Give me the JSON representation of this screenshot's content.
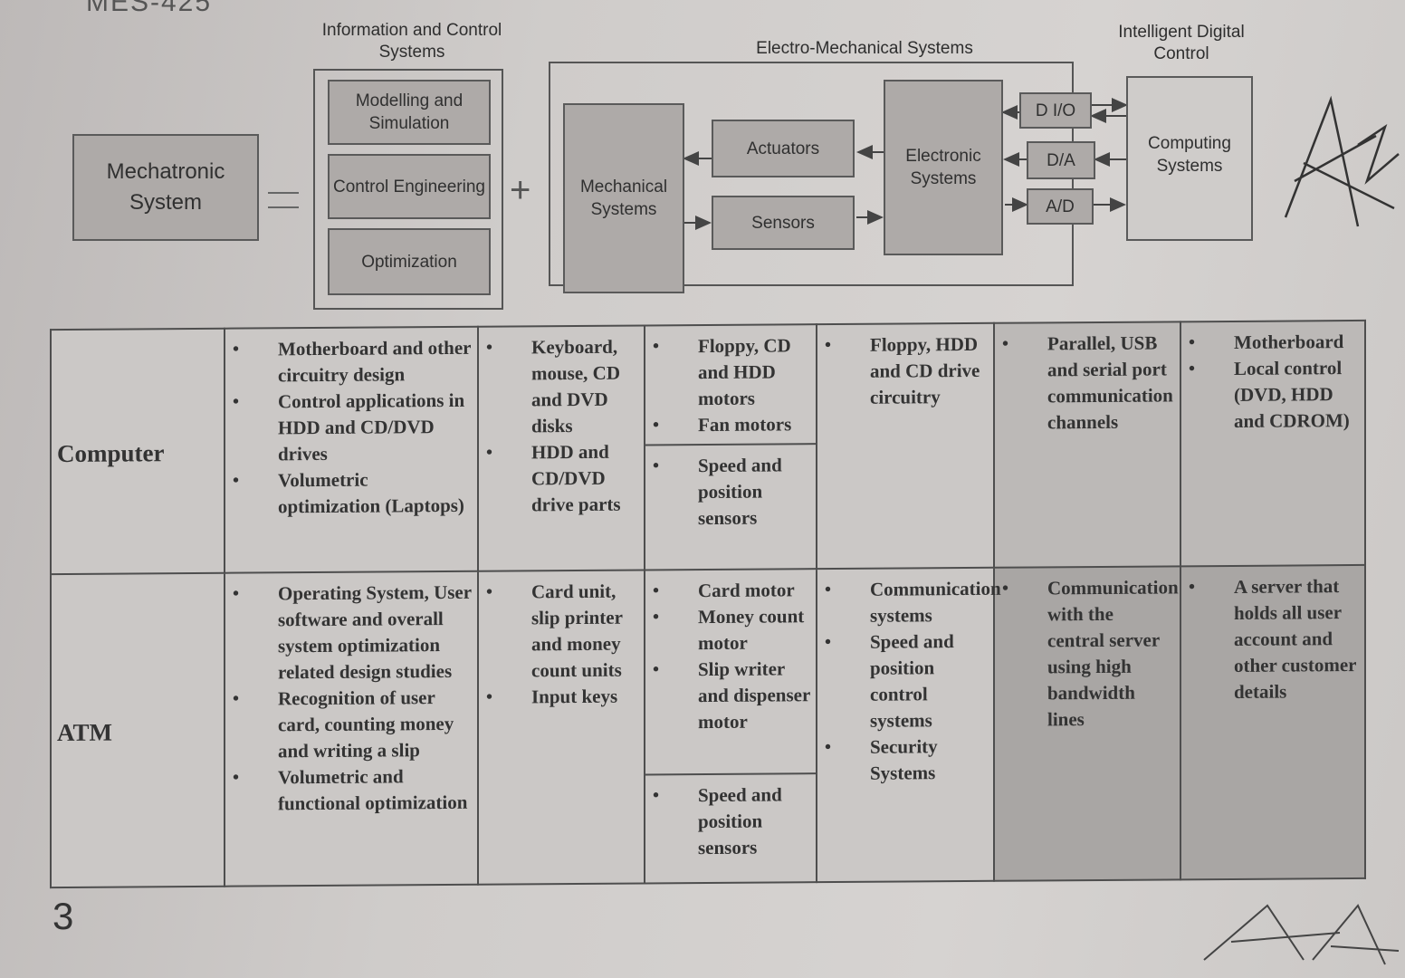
{
  "diagram": {
    "left_box": "Mechatronic System",
    "info_title": "Information and Control Systems",
    "info_boxes": [
      "Modelling and Simulation",
      "Control Engineering",
      "Optimization"
    ],
    "em_title": "Electro-Mechanical Systems",
    "mechanical": "Mechanical Systems",
    "actuators": "Actuators",
    "sensors": "Sensors",
    "electronic": "Electronic Systems",
    "dio": "D I/O",
    "da": "D/A",
    "ad": "A/D",
    "idc_title": "Intelligent Digital Control",
    "computing": "Computing Systems"
  },
  "table": {
    "rows": [
      {
        "label": "Computer",
        "c1": [
          "Motherboard and other circuitry design",
          "Control applications in HDD and CD/DVD drives",
          "Volumetric optimization (Laptops)"
        ],
        "c2": [
          "Keyboard, mouse, CD and DVD disks",
          "HDD and CD/DVD drive parts"
        ],
        "c3a": [
          "Floppy, CD and HDD motors",
          "Fan motors"
        ],
        "c3b": [
          "Speed and position sensors"
        ],
        "c4": [
          "Floppy, HDD and CD drive circuitry"
        ],
        "c5": [
          "Parallel, USB and serial port communication channels"
        ],
        "c6": [
          "Motherboard",
          "Local control (DVD, HDD and CDROM)"
        ]
      },
      {
        "label": "ATM",
        "c1": [
          "Operating System, User software and overall system optimization related design studies",
          "Recognition of user card, counting money and writing a slip",
          "Volumetric and functional optimization"
        ],
        "c2": [
          "Card unit, slip printer and money count units",
          "Input keys"
        ],
        "c3a": [
          "Card motor",
          "Money count motor",
          "Slip writer and dispenser motor"
        ],
        "c3b": [
          "Speed and position sensors"
        ],
        "c4": [
          "Communication systems",
          "Speed and position control systems",
          "Security Systems"
        ],
        "c5": [
          "Communication with the central server using high bandwidth lines"
        ],
        "c6": [
          "A server that holds all user account and other customer details"
        ]
      }
    ]
  },
  "page_number": "3"
}
